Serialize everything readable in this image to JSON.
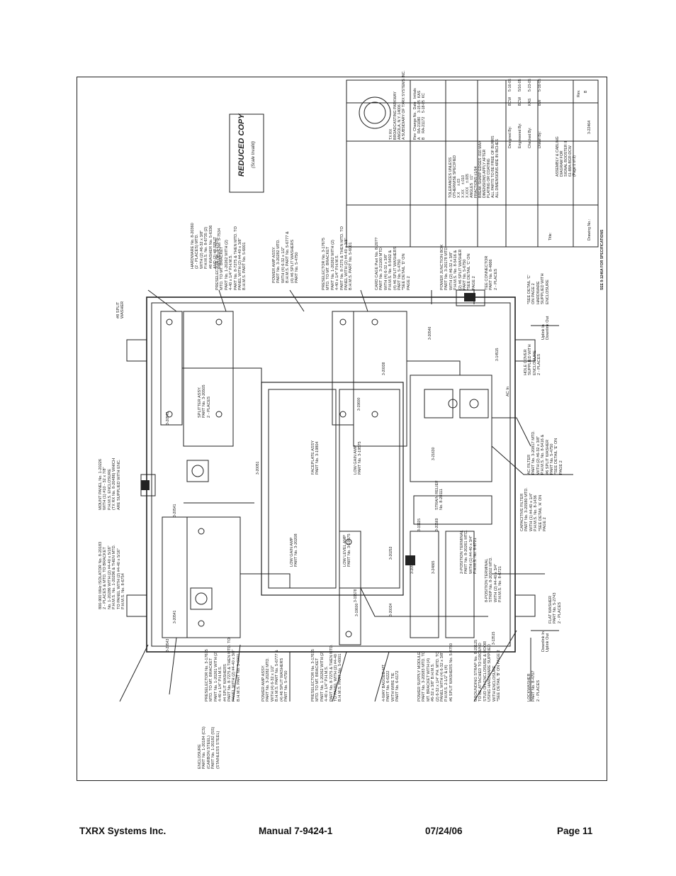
{
  "footer": {
    "company": "TXRX Systems Inc.",
    "manual": "Manual 7-9424-1",
    "date": "07/24/06",
    "page": "Page 11"
  },
  "drawing": {
    "stamp_title": "REDUCED COPY",
    "stamp_subtitle": "(Scale Invalid)",
    "spec_note": "SEE 8-1246A FOR SPECIFICATIONS",
    "title_block": {
      "company_block": "TX RX\nBROADCASTING PARKWAY\nANGOLA, N.Y. 14006\nA SUBSIDIARY OF TXRX SYSTEMS INC.",
      "revision_table": "Rev  Change No.  Date   Initials\nA    RA-21080    3-15-05  KAS\nB    RA-21172    5-18-05  KC",
      "tolerance_note": "TOLERANCES UNLESS\nOTHERWISE SPECIFIED\nX.X      ±.03\nX.XX     ±.010\nX.XXX    ±.005\nANGLES   ±1°\nFRACTIONS ±1/64\nBREAK SHARP EDGES .010 MAX\nDIMENSIONS APPLY AFTER\nPLATING OR COATING\nALL PARTS TO BE FREE OF BURRS\nALL DIMENSIONS ARE IN INCHES",
      "designed_by_label": "Designed By:",
      "designed_by": "BCW",
      "designed_date": "5-16-05",
      "engineered_by_label": "Engineered By:",
      "engineered_by": "BCW",
      "engineered_date": "5/16-05",
      "checked_by_label": "Checked By:",
      "checked_by": "KAS",
      "checked_date": "5-23-05",
      "drawn_by_label": "Drawn By:",
      "drawn_by": "BW",
      "drawn_date": "5-16-05",
      "drawing_title": "ASSEMBLY & CABLING\nDIAGRAM FOR\nSIGNAL BOOSTER II\n61-88A-BGR-DCW\n(Page 1 of 2)",
      "title_label": "Title:",
      "drawing_no_label": "Drawing No.:",
      "drawing_no": "3-22464",
      "rev_label": "Rev.",
      "rev": "B"
    },
    "callouts_top": [
      "ENCLOSURE\nPART No. 1-20184 (CS)\n(CARBON STEEL)\nPART No. 1-20182 (SS)\n(STAINLESS STEEL)",
      "PRESELECTOR No. 3-17675\nMTD. TO MT. BRACKET\nPART No. 1-20261 WITH (2)\n4-40 x 1/4\" P.H.M.S.\n#4 SPLIT WASHERS\nPART No. 8-7275 & THEN MTD. TO\nPANEL WITH (2) #4-40 x 3/8\"\nB.H.M.S. PART No. 5-6001",
      "POWER AMP ASSY.\nPART No. 3-20282 MTD.\nWITH (4) 6-32 x 1/2\"\nB.H.M.S. PART No. 5-6777 &\n(4) #6 SPLIT WASHERS\nPART No. 5-4750",
      "PRESELECTOR No. 3-17675\nMTD. TO MT. BRACKET\nPART No. 1-20262 WITH (2)\n4-40 x 1/4\" P.H.M.S.\nPART No. 8-7275 & THEN MTD.\nTO PANEL WITH (2) #4-40\nB.H.M.S. PART No. 5-6001",
      "4-WAY BAGGED MT.\nPART No. 6-6222\nWITH WIRE TIE\nPART No. 6-6172",
      "POWER SUPPLY MODULE\nPART No. 3-20583 MTD. TO\nMT. BRACKET WITH (4)\n#6-32 x 3/8\" B.H.M.S.\n(2) 6-32 x 1/4\" PH. MTD. TO\nPANEL WITH (4) 6-32 x 3/8\"\nP.H.M.S. 2-1/2\" & (4)\n#6 SPLIT WASHERS No. 5-4750",
      "GROUNDING STRAP No. 8-20125\nTO BE ATTACHED TO GROUND\nSTUD ON ENCLOSURE & DOOR\nUSING HARDWARE SUPPLIED\nWITH ENCLOSURE\n*SEE DETAIL 'B' ON PAGE 2",
      "LOCKWASHER\nPART No. 8-4707\n2 - PLACES",
      "FLAT WASHER\nPART No. 5-2743\n2 - PLACES"
    ],
    "callouts_mid": [
      "800-900 MHz ISOLATOR No. 8-20183\n2 - PLACES & MTD. TO BRACKET\nNo. 1-20286 WITH (2) #4-40 x 5/16\"\nP.H.M.S. No. 1-20296 & THEN MTD.\nTO PANEL WITH (2) #4-40 x 5/16\"\nP.H.M.S. No. 8-6754",
      "MOUNT PANEL No. 1-20226\nWITH (1) #10 - 32 x 7/8\"\nP.H.M.S. ENCLOSURE\n(TX RX No. 8-20486) WHICH\nARE SUPPLIED WITH ENC.",
      "SPLITTER ASSY.\nPART No. 3-20505\n2 - PLACES",
      "CAPACITIVE FILTER\nPART No. 3-20580 MTD.\nWITH (1) #4-40 x 1/4\"\nP.H.M.S. No. 8-1436\n*SEE DETAIL 'A' ON\nPAGE 2",
      "8-POSITION TERMINAL\nSTRIP No. 8-20502 MTD.\nWITH (2) #4-40 x 3/4\"\nP.H.M.S. No. 8-6721",
      "2-POSITION TERMINAL\nPART No. 8-20261 MTD.\nWITH (1) #4-40 x 3/4\"\nP.H.M.S. No. 8-6721",
      "STRAIN RELIEF\nNo. 8-20111"
    ],
    "callouts_right": [
      "HARDWARE No. 8-20360\n(2 - PLACES) MTD.\nWITH (2) #6-32 x 3/8\"\nP.H.M.S. No. 8-6735 (2)\n#8 WASHER No. 5-6336\nAND (2) #8 SPLIT\nWASHERS No. 5-7534",
      "PRESELECTOR No. 3-17675\nMTD. TO MT. BRACKET\nPART No. 1-20262 WITH (2)\n4-40 x 1/4\" P.H.M.S.\nPART No. 8-7275 & THEN MTD. TO\nPANEL WITH (2) #4-40 x 3/8\"\nB.H.M.S. PART No. 5-6001",
      "POWER AMP ASSY.\nPART No. 3-20282 MTD.\nWITH (4) 6-32 x 1/2\"\nB.H.M.S. PART No. 5-6777 &\n(4) #6 SPLIT WASHERS\nPART No. 5-4750",
      "PRESELECTOR No. 3-17675\nMTD. TO MT. BRACKET\nPART No. 1-20262 WITH (2)\n4-40 x 1/4\" P.H.M.S.\nPART No. 8-7275 & THEN MTD. TO\nPANEL WITH (2) #4-40 x 3/8\"\nB.H.M.S. PART No. 5-6001",
      "CARD CAGE Part No. 8-20??\nPART No. 3-21160 MTD.\nWITH (4) 6-32 x 3/8\"\nP.H.M.S. No. 8-5402 &\n(4) #6 SPLIT WASHERS\nPART No. 5-4750\n*SEE DETAIL 'D' ON\nPAGE 2",
      "POWER JUNCTION BOX\nPART No. 3-20178 MTD.\nWITH (2) #6-32 x 3/8\"\nP.H.M.S. No. 8-5416 &\n(2) #6 SPLIT WASHER\nPART No. 5-6750\n*SEE DETAIL 'C' ON\nPAGE 2",
      "TEE CONNECTOR\nPART No. 8-4666\n2 - PLACES",
      "*SEE DETAIL 'C'\nON PAGE 2\nHARDWARE\nSUPPLIED WITH\nENCLOSURE",
      "HOLE COVER\nSUPPLIED WITH\nENCLOSURE\n2 - PLACES",
      "AC FILTER\nPART No. 3-20817 MTD.\nWITH (2) #6-32 x 3/8\"\nP.H.M.S. No. 8-5416 &\n#6 SPLIT WASHER\nPART No. 5-4750\n*SEE DETAIL 'E' ON\nPAGE 2",
      "#8 SPLIT\nWASHER"
    ],
    "panel_labels": {
      "low_gain_amp": "LOW GAIN AMP\nPART No. 3-20208",
      "low_level_amp": "LOW LEVEL AMP\nPART No. 3-19575",
      "faceplate": "FACEPLATE ASSY\nPART No. 3-19804",
      "low_gain_amp_2": "LOW GAIN AMP\nPART No. 3-19575"
    },
    "cable_labels": [
      "3-20543",
      "3-20541",
      "3-20541",
      "3-20543",
      "3-19600",
      "3-20051",
      "3-20038",
      "3-20253",
      "3-20546",
      "3-20034",
      "3-19578",
      "3-20569",
      "3-20527",
      "3-21630",
      "3-24865",
      "3-14515",
      "3-19600",
      "3-13515",
      "3-19115"
    ],
    "port_labels": [
      "Uplink In\nDownlink Out",
      "Downlink In\nUplink Out",
      "AC In"
    ]
  }
}
